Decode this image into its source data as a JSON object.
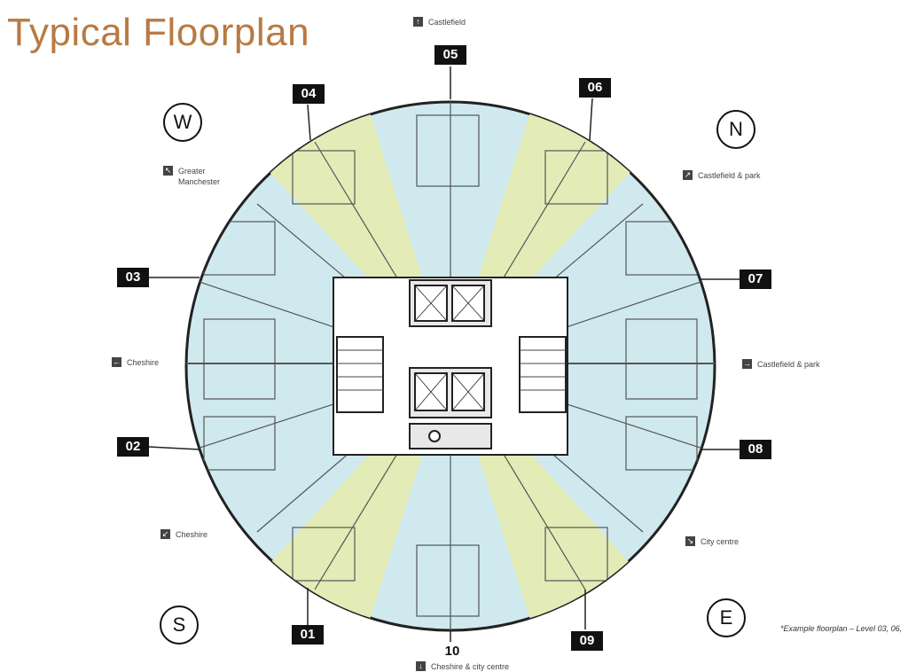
{
  "title": "Typical Floorplan",
  "note": "*Example floorplan – Level 03, 06,",
  "units": {
    "u01": "01",
    "u02": "02",
    "u03": "03",
    "u04": "04",
    "u05": "05",
    "u06": "06",
    "u07": "07",
    "u08": "08",
    "u09": "09",
    "u10": "10"
  },
  "compass": {
    "west": "W",
    "north": "N",
    "south": "S",
    "east": "E"
  },
  "directions": {
    "castlefield_top": "Castlefield",
    "greater_manchester": "Greater\nManchester",
    "castlefield_park_ne": "Castlefield & park",
    "cheshire_w": "Cheshire",
    "castlefield_park_e": "Castlefield & park",
    "cheshire_sw": "Cheshire",
    "city_centre": "City centre",
    "cheshire_city_centre": "Cheshire & city centre"
  },
  "icons": {
    "up": "↑",
    "up_left": "↖",
    "up_right": "↗",
    "left": "←",
    "right": "→",
    "down_left": "↙",
    "down_right": "↘",
    "down": "↓"
  },
  "colors": {
    "title": "#b87a44",
    "blue_apartment": "#cfe9ef",
    "green_apartment": "#e3ecb6",
    "core": "#ffffff",
    "wall": "#222222"
  }
}
